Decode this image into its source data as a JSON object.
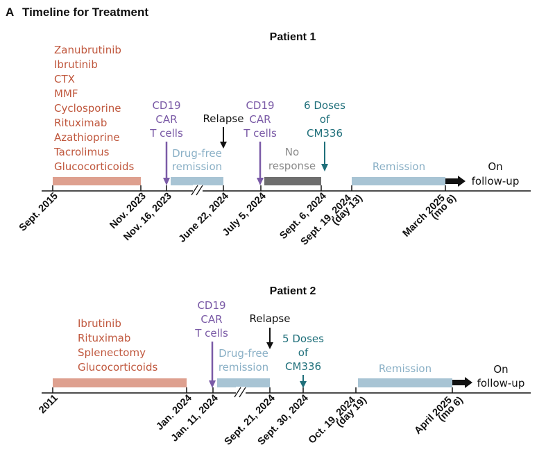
{
  "panel": {
    "letter": "A",
    "title": "Timeline for Treatment"
  },
  "colors": {
    "drug": "#c0583e",
    "drug_bar": "#dea08f",
    "car_t": "#7a5aa6",
    "cm336": "#1f6f7a",
    "remission_bar": "#a8c4d4",
    "no_response_bar": "#6e6e6e",
    "axis": "#111111"
  },
  "patient1": {
    "title": "Patient 1",
    "drugs": [
      "Zanubrutinib",
      "Ibrutinib",
      "CTX",
      "MMF",
      "Cyclosporine",
      "Rituximab",
      "Azathioprine",
      "Tacrolimus",
      "Glucocorticoids"
    ],
    "car_t_1": [
      "CD19",
      "CAR",
      "T cells"
    ],
    "relapse": "Relapse",
    "car_t_2": [
      "CD19",
      "CAR",
      "T cells"
    ],
    "cm336": [
      "6 Doses",
      "of",
      "CM336"
    ],
    "drug_free": [
      "Drug-free",
      "remission"
    ],
    "no_response": [
      "No",
      "response"
    ],
    "remission": "Remission",
    "follow_up": [
      "On",
      "follow-up"
    ],
    "dates": [
      [
        "Sept. 2015"
      ],
      [
        "Nov. 2023"
      ],
      [
        "Nov. 16, 2023"
      ],
      [
        "June 22, 2024"
      ],
      [
        "July 5, 2024"
      ],
      [
        "Sept. 6, 2024"
      ],
      [
        "Sept. 19, 2024",
        "(day 13)"
      ],
      [
        "March 2025",
        "(mo 6)"
      ]
    ]
  },
  "patient2": {
    "title": "Patient 2",
    "drugs": [
      "Ibrutinib",
      "Rituximab",
      "Splenectomy",
      "Glucocorticoids"
    ],
    "car_t": [
      "CD19",
      "CAR",
      "T cells"
    ],
    "relapse": "Relapse",
    "cm336": [
      "5 Doses",
      "of",
      "CM336"
    ],
    "drug_free": [
      "Drug-free",
      "remission"
    ],
    "remission": "Remission",
    "follow_up": [
      "On",
      "follow-up"
    ],
    "dates": [
      [
        "2011"
      ],
      [
        "Jan. 2024"
      ],
      [
        "Jan. 11, 2024"
      ],
      [
        "Sept. 21, 2024"
      ],
      [
        "Sept. 30, 2024"
      ],
      [
        "Oct. 19, 2024",
        "(day 19)"
      ],
      [
        "April 2025",
        "(mo 6)"
      ]
    ]
  }
}
